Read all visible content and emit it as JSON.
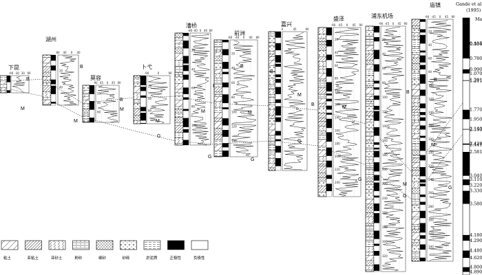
{
  "sections": [
    {
      "id": "xiakun",
      "title": "下昆",
      "ticks": [
        "-90",
        "-30",
        "30",
        "90"
      ],
      "zones": [
        "B",
        "M"
      ]
    },
    {
      "id": "huzhou",
      "title": "湖州",
      "ticks": [
        "80",
        "40",
        "0",
        "40"
      ],
      "depths": [
        "20",
        "40"
      ],
      "zones": [
        "B",
        "M"
      ]
    },
    {
      "id": "moshan",
      "title": "莫容",
      "ticks": [
        "90",
        "45",
        "0",
        "45",
        "90"
      ],
      "depths": [
        "20",
        "40",
        "60"
      ],
      "zones": [
        "B",
        "M"
      ]
    },
    {
      "id": "buyi",
      "title": "卜弋",
      "ticks": [
        "-90",
        "0",
        "90"
      ],
      "depths": [
        "20",
        "40",
        "60"
      ],
      "zones": [
        "M",
        "G"
      ]
    },
    {
      "id": "caoqiao",
      "title": "漕桥",
      "ticks": [
        "-80",
        "-40",
        "0",
        "40",
        "80"
      ],
      "depths": [
        "20",
        "40",
        "60",
        "80",
        "100"
      ],
      "zones": [
        "B",
        "M",
        "G"
      ]
    },
    {
      "id": "qianzhou",
      "title": "前洲",
      "ticks": [
        "-80",
        "-40",
        "0",
        "40",
        "80"
      ],
      "depths": [
        "20",
        "40",
        "60",
        "80",
        "100",
        "120",
        "140"
      ],
      "zones": [
        "B",
        "M",
        "G"
      ]
    },
    {
      "id": "jiaxing",
      "title": "嘉兴",
      "ticks": [
        "0",
        "45",
        "90"
      ],
      "zones": [
        "B",
        "M",
        "G"
      ]
    },
    {
      "id": "shengze",
      "title": "盛泽",
      "ticks": [
        "-90",
        "-45",
        "0",
        "45",
        "90"
      ],
      "depths": [
        "20",
        "40",
        "60",
        "80",
        "100",
        "120",
        "140",
        "160",
        "180",
        "200",
        "220",
        "240"
      ],
      "zones": [
        "B",
        "M",
        "G"
      ]
    },
    {
      "id": "pudong",
      "title": "浦东机场",
      "ticks": [
        "-90",
        "-45",
        "0",
        "45",
        "90"
      ],
      "depths": [
        "20",
        "40",
        "60",
        "80",
        "100",
        "120",
        "140",
        "160",
        "180",
        "200",
        "220",
        "240",
        "260",
        "280",
        "300",
        "320"
      ],
      "zones": [
        "B",
        "M",
        "G"
      ]
    },
    {
      "id": "miaozhen",
      "title": "庙镇",
      "ticks": [
        "-90",
        "-45",
        "0",
        "45",
        "90"
      ],
      "depths": [
        "20",
        "40",
        "60",
        "80",
        "100",
        "120",
        "140",
        "160",
        "180",
        "200",
        "220",
        "240",
        "260",
        "280",
        "300",
        "320",
        "340"
      ],
      "zones": [
        "B",
        "M",
        "G"
      ]
    }
  ],
  "reference": {
    "title": "Gande et al.",
    "year": "(1995)",
    "unit": "Ma",
    "ages": [
      "0.495",
      "0.504",
      "0.780",
      "0.990",
      "1.070",
      "1.201",
      "1.211",
      "1.770",
      "1.950",
      "2.140",
      "2.150",
      "2.420",
      "2.441",
      "2.581",
      "3.040",
      "3.110",
      "3.220",
      "3.330",
      "3.580",
      "4.180",
      "4.290",
      "4.480",
      "4.620",
      "4.800",
      "4.890"
    ]
  },
  "legend": [
    "粘土",
    "亚粘土",
    "亚砂土",
    "粉砂",
    "细砂",
    "砂砾",
    "淤泥质",
    "正极性",
    "负极性"
  ],
  "colors": {
    "ink": "#000000",
    "background": "#ffffff"
  }
}
